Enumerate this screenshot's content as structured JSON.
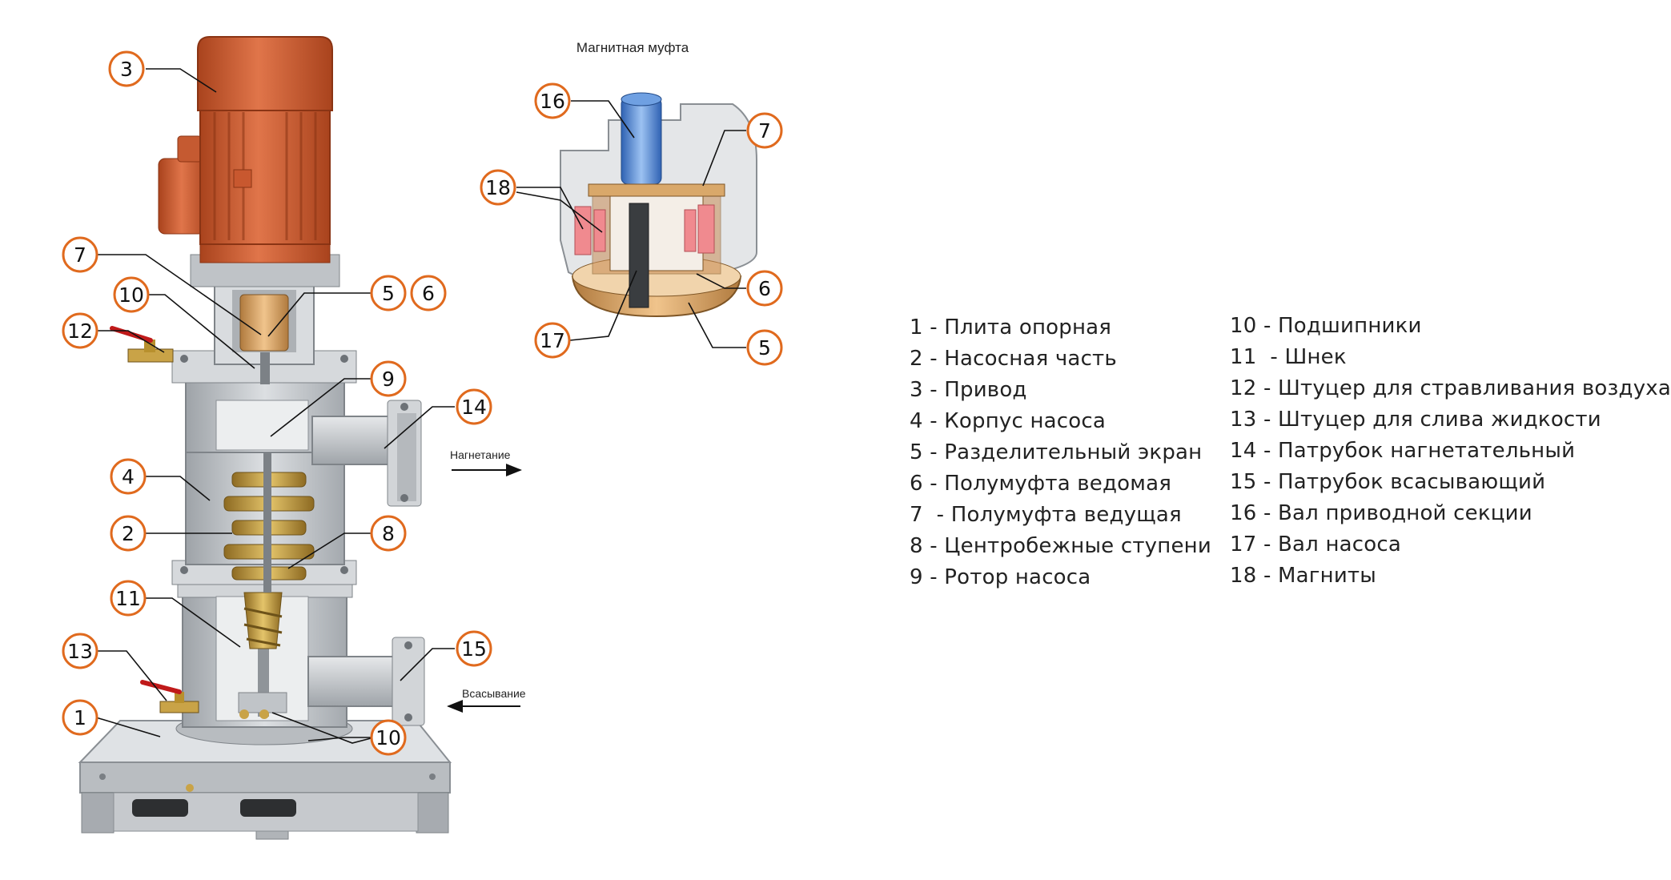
{
  "diagram": {
    "inset_title": "Магнитная муфта",
    "flow_labels": {
      "discharge": "Нагнетание",
      "suction": "Всасывание"
    },
    "callouts_main": [
      "3",
      "7",
      "10",
      "12",
      "5",
      "6",
      "9",
      "14",
      "4",
      "2",
      "8",
      "11",
      "13",
      "15",
      "1",
      "10"
    ],
    "callouts_inset": [
      "16",
      "7",
      "18",
      "6",
      "17",
      "5"
    ],
    "legend_left": [
      "1 - Плита опорная",
      "2 - Насосная часть",
      "3 - Привод",
      "4 - Корпус насоса",
      "5 - Разделительный экран",
      "6 - Полумуфта ведомая",
      "7  - Полумуфта ведущая",
      "8 - Центробежные ступени",
      "9 - Ротор насоса"
    ],
    "legend_right": [
      "10 - Подшипники",
      "11  - Шнек",
      "12 - Штуцер для стравливания воздуха",
      "13 - Штуцер для слива жидкости",
      "14 - Патрубок нагнетательный",
      "15 - Патрубок всасывающий",
      "16 - Вал приводной секции",
      "17 - Вал насоса",
      "18 - Магниты"
    ],
    "colors": {
      "callout_ring": "#e06a1e",
      "motor": "#d8643a",
      "body": "#c9ccd0",
      "impeller": "#c9a347",
      "coupling": "#d9a86a",
      "magnet": "#f08a8f",
      "shaft_blue": "#4e86d6"
    }
  }
}
